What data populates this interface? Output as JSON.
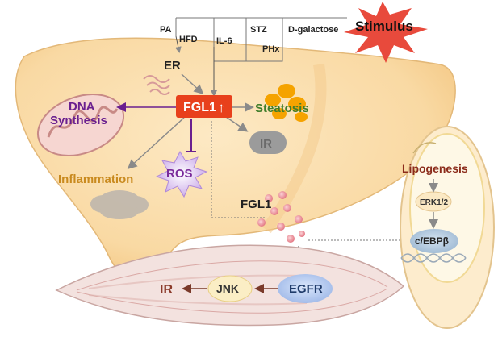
{
  "stimuli": {
    "pa": "PA",
    "hfd": "HFD",
    "il6": "IL-6",
    "stz": "STZ",
    "phx": "PHx",
    "dgal": "D-galactose",
    "stimulus": "Stimulus"
  },
  "liver": {
    "er": "ER",
    "fgl1": "FGL1",
    "fgl1_arrow": "↑",
    "dna_line1": "DNA",
    "dna_line2": "Synthesis",
    "steatosis": "Steatosis",
    "ir": "IR",
    "inflammation": "Inflammation",
    "ros": "ROS"
  },
  "secreted": {
    "fgl1": "FGL1"
  },
  "adipocyte": {
    "lipogenesis": "Lipogenesis",
    "erk": "ERK1/2",
    "cebp": "c/EBPβ"
  },
  "muscle": {
    "egfr": "EGFR",
    "jnk": "JNK",
    "ir": "IR"
  },
  "colors": {
    "fgl1_box": "#e8401c",
    "purple": "#6a1f8f",
    "steatosis": "#3f7d2a",
    "inflammation": "#c98a1e",
    "lipogenesis": "#8b2b1a",
    "stimulus": "#e84a3c"
  }
}
